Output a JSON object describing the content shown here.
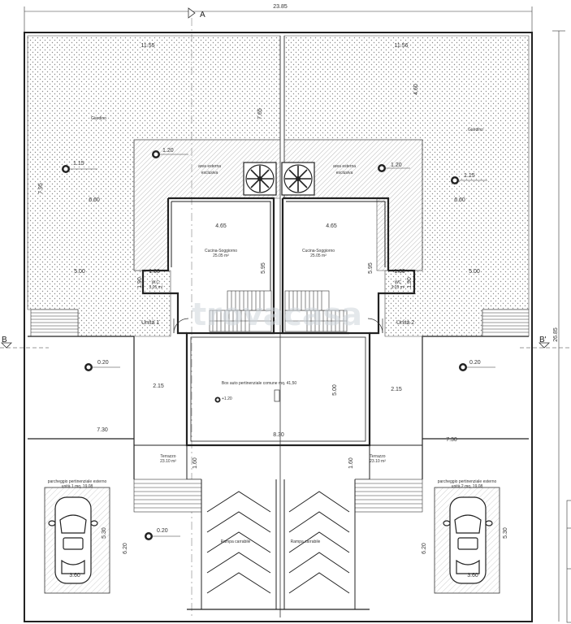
{
  "dimensions": {
    "total_width": "23.85",
    "total_depth": "26.85",
    "garden_w_left": "11.55",
    "garden_w_right": "11.56",
    "garden_d_left": "7.65",
    "garden_d_right": "4.60",
    "side_depth": "7.95",
    "garden_side_left": "6.60",
    "garden_side_right": "6.60",
    "kitchen_w_left": "4.65",
    "kitchen_w_right": "4.65",
    "kitchen_d_left": "5.95",
    "kitchen_d_right": "5.95",
    "side_left": "5.00",
    "side_right": "5.00",
    "wc_w_left": "1.60",
    "wc_w_right": "1.60",
    "wc_d_left": "1.90",
    "wc_d_right": "1.90",
    "terrace_w_left": "2.15",
    "terrace_w_right": "2.15",
    "garage_depth": "5.00",
    "garage_width": "8.30",
    "side_strip_left": "7.30",
    "side_strip_right": "7.30",
    "terrace_d_left": "1.60",
    "terrace_d_right": "1.60",
    "parking_d_left": "5.30",
    "parking_d_right": "5.30",
    "parking_w_left": "3.60",
    "parking_w_right": "3.60",
    "ramp_d_left": "6.20",
    "ramp_d_right": "6.20"
  },
  "levels": {
    "garden_left": "1.15",
    "garden_right": "1.15",
    "area_left": "1.20",
    "area_right": "1.20",
    "side_left": "0.20",
    "side_right": "0.20",
    "garage": "+1.20",
    "front": "0.20"
  },
  "labels": {
    "section_a": "A",
    "section_b_left": "B",
    "section_b_right": "B'",
    "garden_left": "Giardino",
    "garden_right": "Giardino",
    "area_esterna_l1": "area esterna",
    "area_esterna_l2": "esclusiva",
    "kitchen": "Cucina-Soggiorno",
    "kitchen_area": "25.05 m²",
    "wc_left": "W.C.",
    "wc_right": "WC",
    "wc_area": "3.05 m²",
    "unit1": "Unità 1",
    "unit2": "Unità 2",
    "garage": "Box auto pertinenziale comune mq. 41,50",
    "terrace": "Terrazzo",
    "terrace_area": "23.10 m²",
    "parking_left_1": "parcheggio pertinenziale esterno",
    "parking_left_2": "unità 1 mq. 19,08",
    "parking_right_1": "parcheggio pertinenziale esterno",
    "parking_right_2": "unità 2 mq. 19,08",
    "ramp": "Rampa carrabile",
    "watermark": "trovacasa"
  },
  "colors": {
    "line": "#222222",
    "dot": "#8a8a8a",
    "hatch": "#9a9a9a",
    "watermark": "#cfd6dc"
  }
}
